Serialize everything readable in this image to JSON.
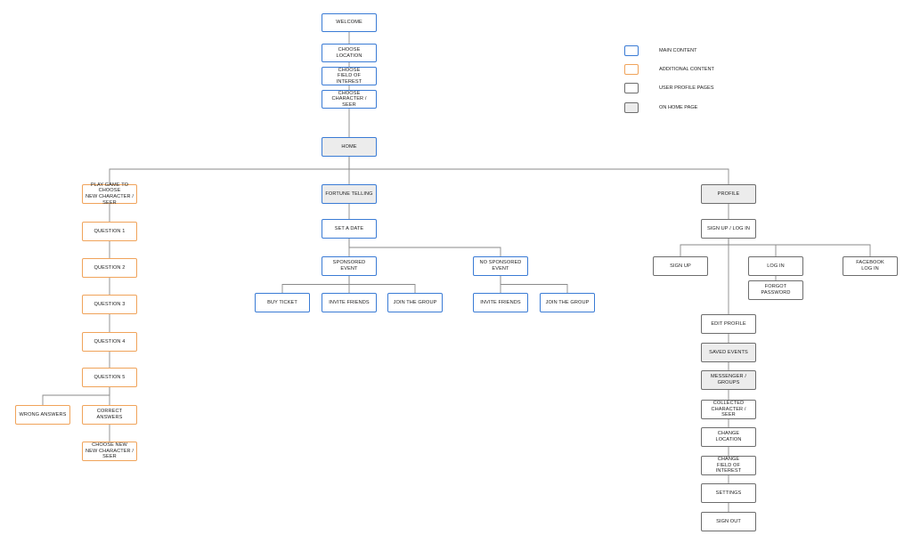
{
  "nodes": [
    {
      "id": "welcome",
      "label": "WELCOME",
      "style": "blue"
    },
    {
      "id": "choose-location",
      "label": "CHOOSE\nLOCATION",
      "style": "blue"
    },
    {
      "id": "choose-field",
      "label": "CHOOSE\nFIELD OF INTEREST",
      "style": "blue"
    },
    {
      "id": "choose-character",
      "label": "CHOOSE\nCHARACTER / SEER",
      "style": "blue"
    },
    {
      "id": "home",
      "label": "HOME",
      "style": "home-blue"
    },
    {
      "id": "play-game",
      "label": "PLAY GAME TO CHOOSE\nNEW CHARACTER / SEER",
      "style": "orange"
    },
    {
      "id": "question-1",
      "label": "QUESTION 1",
      "style": "orange"
    },
    {
      "id": "question-2",
      "label": "QUESTION 2",
      "style": "orange"
    },
    {
      "id": "question-3",
      "label": "QUESTION 3",
      "style": "orange"
    },
    {
      "id": "question-4",
      "label": "QUESTION 4",
      "style": "orange"
    },
    {
      "id": "question-5",
      "label": "QUESTION 5",
      "style": "orange"
    },
    {
      "id": "wrong-answers",
      "label": "WRONG ANSWERS",
      "style": "orange"
    },
    {
      "id": "correct-answers",
      "label": "CORRECT ANSWERS",
      "style": "orange"
    },
    {
      "id": "choose-new-character",
      "label": "CHOOSE NEW\nNEW CHARACTER / SEER",
      "style": "orange"
    },
    {
      "id": "fortune-telling",
      "label": "FORTUNE TELLING",
      "style": "home-blue"
    },
    {
      "id": "set-a-date",
      "label": "SET A DATE",
      "style": "blue"
    },
    {
      "id": "sponsored-event",
      "label": "SPONSORED\nEVENT",
      "style": "blue"
    },
    {
      "id": "no-sponsored-event",
      "label": "NO SPONSORED\nEVENT",
      "style": "blue"
    },
    {
      "id": "buy-ticket",
      "label": "BUY TICKET",
      "style": "blue"
    },
    {
      "id": "invite-friends-1",
      "label": "INVITE FRIENDS",
      "style": "blue"
    },
    {
      "id": "join-group-1",
      "label": "JOIN THE GROUP",
      "style": "blue"
    },
    {
      "id": "invite-friends-2",
      "label": "INVITE FRIENDS",
      "style": "blue"
    },
    {
      "id": "join-group-2",
      "label": "JOIN THE GROUP",
      "style": "blue"
    },
    {
      "id": "profile",
      "label": "PROFILE",
      "style": "home"
    },
    {
      "id": "sign-up-log-in",
      "label": "SIGN UP / LOG IN",
      "style": "profile"
    },
    {
      "id": "sign-up",
      "label": "SIGN UP",
      "style": "profile"
    },
    {
      "id": "log-in",
      "label": "LOG IN",
      "style": "profile"
    },
    {
      "id": "facebook-log-in",
      "label": "FACEBOOK\nLOG IN",
      "style": "profile"
    },
    {
      "id": "forgot-password",
      "label": "FORGOT PASSWORD",
      "style": "profile"
    },
    {
      "id": "edit-profile",
      "label": "EDIT  PROFILE",
      "style": "profile"
    },
    {
      "id": "saved-events",
      "label": "SAVED EVENTS",
      "style": "home"
    },
    {
      "id": "messenger-groups",
      "label": "MESSENGER / GROUPS",
      "style": "home"
    },
    {
      "id": "collected-character",
      "label": "COLLECTED\nCHARACTER / SEER",
      "style": "profile"
    },
    {
      "id": "change-location",
      "label": "CHANGE\nLOCATION",
      "style": "profile"
    },
    {
      "id": "change-field",
      "label": "CHANGE\nFIELD OF INTEREST",
      "style": "profile"
    },
    {
      "id": "settings",
      "label": "SETTINGS",
      "style": "profile"
    },
    {
      "id": "sign-out",
      "label": "SIGN OUT",
      "style": "profile"
    }
  ],
  "edges": [
    [
      "welcome",
      "choose-location"
    ],
    [
      "choose-location",
      "choose-field"
    ],
    [
      "choose-field",
      "choose-character"
    ],
    [
      "choose-character",
      "home"
    ],
    [
      "home",
      "play-game"
    ],
    [
      "home",
      "fortune-telling"
    ],
    [
      "home",
      "profile"
    ],
    [
      "play-game",
      "question-1"
    ],
    [
      "question-1",
      "question-2"
    ],
    [
      "question-2",
      "question-3"
    ],
    [
      "question-3",
      "question-4"
    ],
    [
      "question-4",
      "question-5"
    ],
    [
      "question-5",
      "wrong-answers"
    ],
    [
      "question-5",
      "correct-answers"
    ],
    [
      "correct-answers",
      "choose-new-character"
    ],
    [
      "fortune-telling",
      "set-a-date"
    ],
    [
      "set-a-date",
      "sponsored-event"
    ],
    [
      "set-a-date",
      "no-sponsored-event"
    ],
    [
      "sponsored-event",
      "buy-ticket"
    ],
    [
      "sponsored-event",
      "invite-friends-1"
    ],
    [
      "sponsored-event",
      "join-group-1"
    ],
    [
      "no-sponsored-event",
      "invite-friends-2"
    ],
    [
      "no-sponsored-event",
      "join-group-2"
    ],
    [
      "profile",
      "sign-up-log-in"
    ],
    [
      "sign-up-log-in",
      "sign-up"
    ],
    [
      "sign-up-log-in",
      "log-in"
    ],
    [
      "sign-up-log-in",
      "facebook-log-in"
    ],
    [
      "log-in",
      "forgot-password"
    ],
    [
      "sign-up-log-in",
      "edit-profile"
    ],
    [
      "edit-profile",
      "saved-events"
    ],
    [
      "saved-events",
      "messenger-groups"
    ],
    [
      "messenger-groups",
      "collected-character"
    ],
    [
      "collected-character",
      "change-location"
    ],
    [
      "change-location",
      "change-field"
    ],
    [
      "change-field",
      "settings"
    ],
    [
      "settings",
      "sign-out"
    ]
  ],
  "legend": [
    {
      "label": "MAIN CONTENT",
      "style": "blue"
    },
    {
      "label": "ADDITIONAL CONTENT",
      "style": "orange"
    },
    {
      "label": "USER PROFILE PAGES",
      "style": "profile"
    },
    {
      "label": "ON HOME PAGE",
      "style": "home"
    }
  ],
  "colors": {
    "main": "#3a7bd5",
    "additional": "#f0a35a",
    "profile": "#6d6d6d",
    "home_fill": "#ececec",
    "line": "#8a8a8a"
  }
}
